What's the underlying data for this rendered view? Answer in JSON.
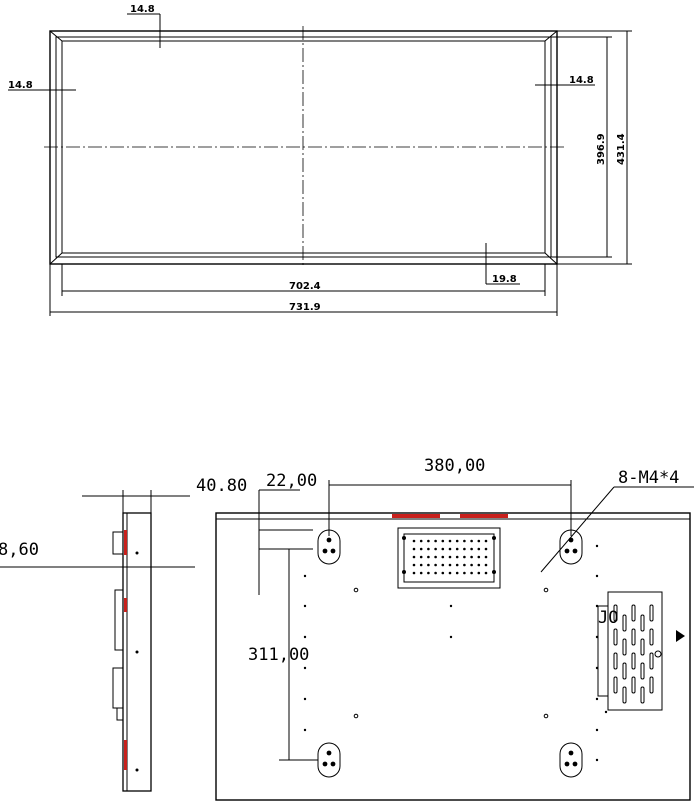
{
  "front_view": {
    "dims": {
      "top_border": "14.8",
      "left_border": "14.8",
      "right_border": "14.8",
      "bottom_border": "19.8",
      "inner_width": "702.4",
      "outer_width": "731.9",
      "inner_height": "396.9",
      "outer_height": "431.4"
    }
  },
  "side_view": {
    "dims": {
      "depth": "40.80",
      "offset": "8,60"
    }
  },
  "rear_view": {
    "dims": {
      "corner_offset": "22,00",
      "hole_spacing_h": "380,00",
      "hole_spacing_v": "311,00",
      "screw_callout": "8-M4*4",
      "partial_label": "JO"
    }
  },
  "colors": {
    "line": "#000000",
    "accent_red": "#c8201c"
  }
}
